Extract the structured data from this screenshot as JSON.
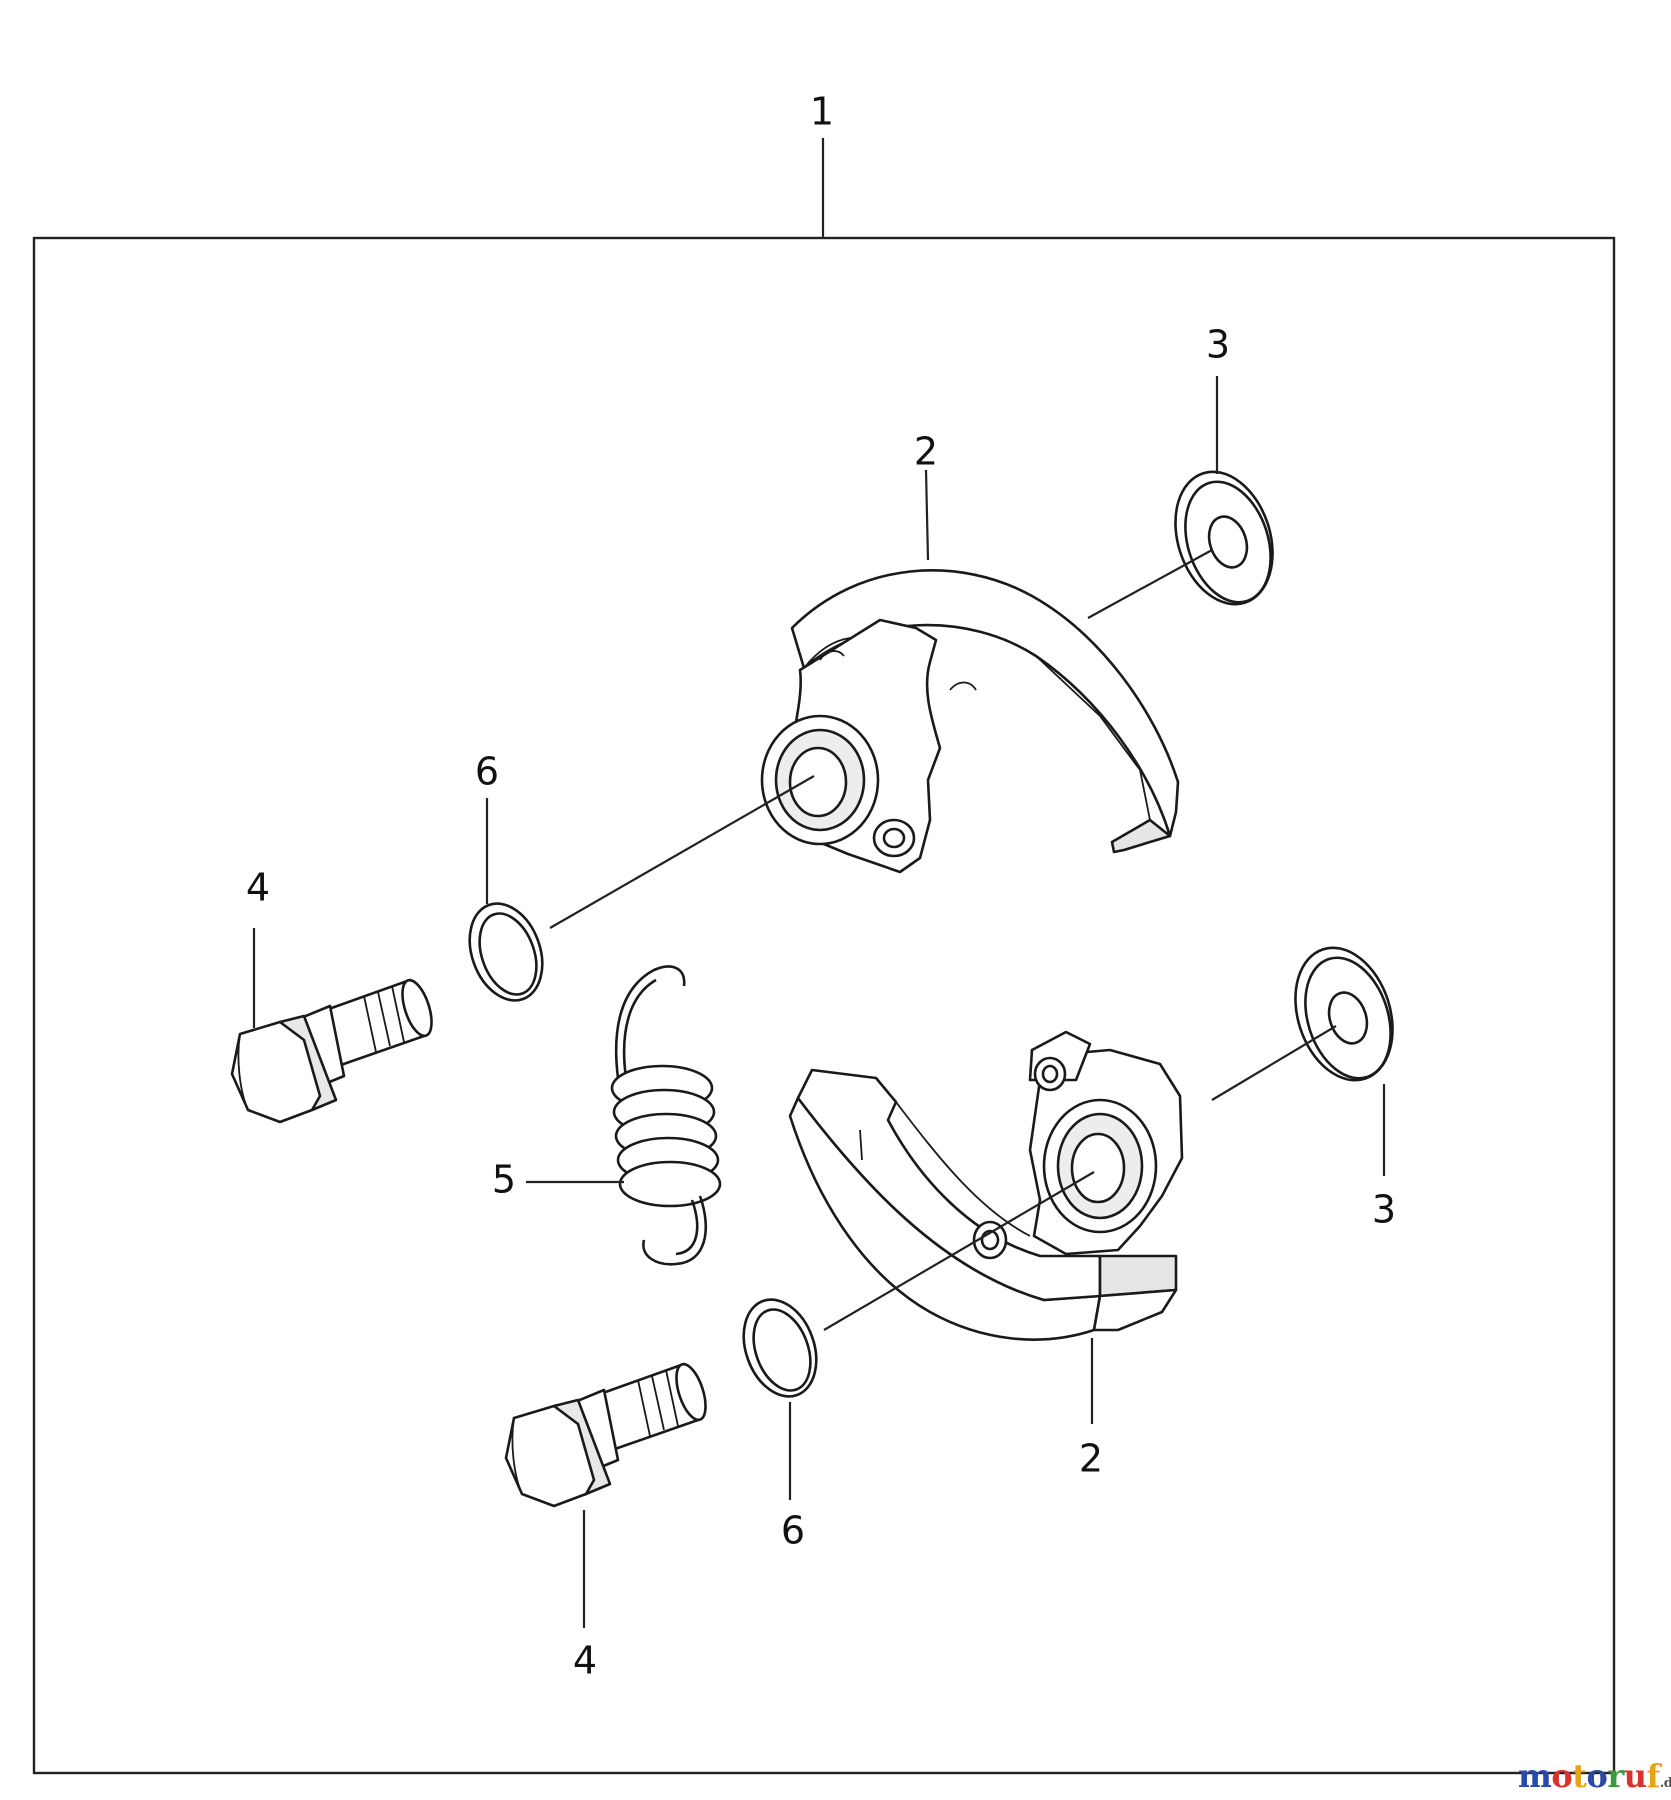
{
  "callouts": {
    "c1": "1",
    "c2_top": "2",
    "c3_top": "3",
    "c6_top": "6",
    "c4_top": "4",
    "c5": "5",
    "c3_bottom": "3",
    "c2_bottom": "2",
    "c6_bottom": "6",
    "c4_bottom": "4"
  },
  "watermark": {
    "letters": [
      "m",
      "o",
      "t",
      "o",
      "r",
      "u",
      "f"
    ],
    "colors": [
      "#2b4aa8",
      "#d9312b",
      "#e8a417",
      "#2b4aa8",
      "#3b9b3b",
      "#d9312b",
      "#e8a417"
    ],
    "suffix": ".de",
    "suffix_color": "#555555"
  },
  "colors": {
    "line": "#1a1a1a",
    "frame": "#222222",
    "part_fill": "#ffffff",
    "shade_fill": "#dedede"
  }
}
